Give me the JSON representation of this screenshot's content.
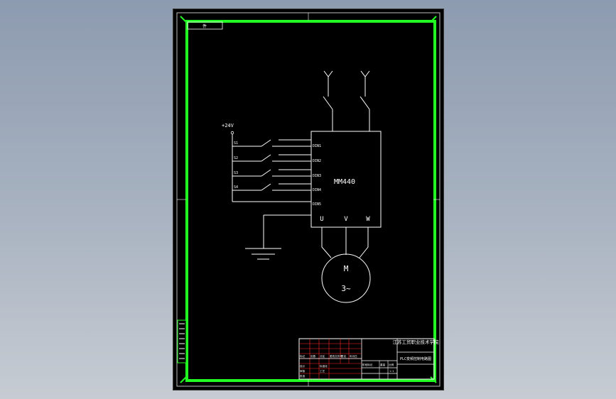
{
  "colors": {
    "background_top": "#8d9bb0",
    "sheet": "#000000",
    "frame": "#22ff22",
    "line": "#ffffff",
    "table_red": "#ff2a2a"
  },
  "drawing": {
    "corner_label": "件",
    "supply_label": "+24V",
    "switch_labels": [
      "S1",
      "S2",
      "S3",
      "S4"
    ],
    "terminal_labels": [
      "DIN1",
      "DIN2",
      "DIN3",
      "DIN4",
      "DIN5"
    ],
    "inverter_label": "MM440",
    "output_labels": [
      "U",
      "V",
      "W"
    ],
    "motor_label": "M",
    "motor_phase": "3~"
  },
  "title_block": {
    "school": "江苏工贸职业技术学院",
    "drawing_name": "PLC变频控制电路图",
    "cells": [
      "标记",
      "处数",
      "分区",
      "更改文件号",
      "签名",
      "年月日",
      "设计",
      "标准化",
      "审核",
      "工艺",
      "批准",
      "阶段标记",
      "重量",
      "比例",
      "1:1"
    ]
  }
}
